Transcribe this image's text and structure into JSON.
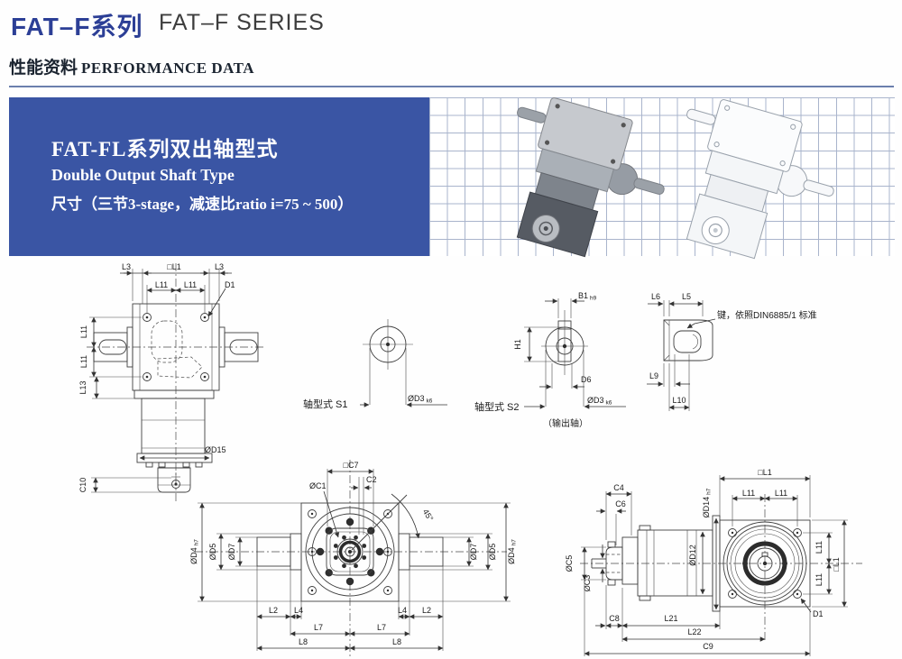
{
  "header": {
    "title_zh": "FAT–F系列",
    "title_en": "FAT–F SERIES",
    "subtitle_zh": "性能资料",
    "subtitle_en": "PERFORMANCE DATA",
    "accent_color": "#2c3f96"
  },
  "banner": {
    "line1_zh": "FAT-FL系列双出轴型式",
    "line2_en": "Double Output Shaft Type",
    "line3": "尺寸（三节3-stage，减速比ratio i=75 ~ 500）",
    "bg_color": "#3a55a4",
    "grid_line_color": "#a9b4cc"
  },
  "notes": {
    "shaft_type_s1": "轴型式 S1",
    "shaft_type_s2": "轴型式 S2",
    "output_shaft": "（输出轴）",
    "key_note": "键，依照DIN6885/1 标准"
  },
  "dims": {
    "L1": "□L1",
    "L2": "L2",
    "L3": "L3",
    "L4": "L4",
    "L5": "L5",
    "L6": "L6",
    "L7": "L7",
    "L8": "L8",
    "L9": "L9",
    "L10": "L10",
    "L11": "L11",
    "L13": "L13",
    "L21": "L21",
    "L22": "L22",
    "D1": "D1",
    "D6": "D6",
    "D15": "ØD15",
    "C1": "ØC1",
    "C2": "C2",
    "C4": "C4",
    "C6": "C6",
    "C7": "□C7",
    "C8": "C8",
    "C9": "C9",
    "C10": "C10",
    "C3": "ØC3",
    "C5": "ØC5",
    "D3": "ØD3",
    "D4": "ØD4",
    "D5": "ØD5",
    "D7": "ØD7",
    "D12": "ØD12",
    "D14": "ØD14",
    "B1": "B1",
    "H1": "H1",
    "angle45": "45°",
    "tol_k6": "k6",
    "tol_h9": "h9",
    "tol_h7": "h7"
  }
}
